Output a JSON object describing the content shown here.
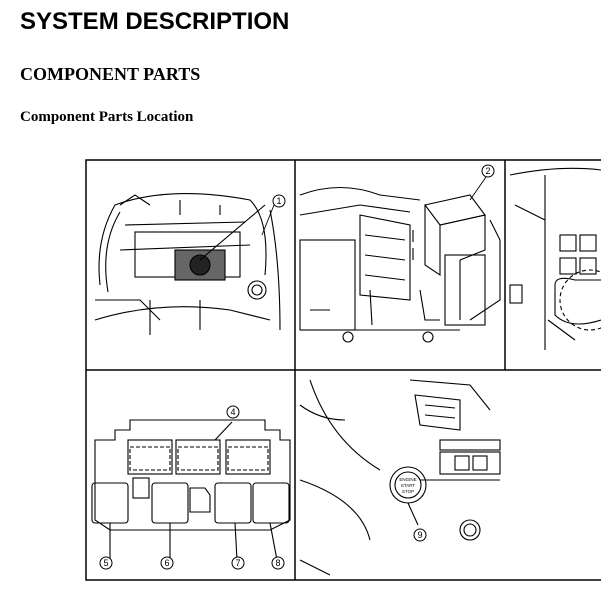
{
  "page": {
    "title": "SYSTEM DESCRIPTION",
    "section": "COMPONENT PARTS",
    "subsection": "Component Parts Location"
  },
  "figure": {
    "callouts": {
      "c1": "1",
      "c2": "2",
      "c4": "4",
      "c5": "5",
      "c6": "6",
      "c7": "7",
      "c8": "8",
      "c9": "9"
    },
    "button_text": {
      "line1": "ENGINE",
      "line2": "START",
      "line3": "STOP"
    }
  }
}
